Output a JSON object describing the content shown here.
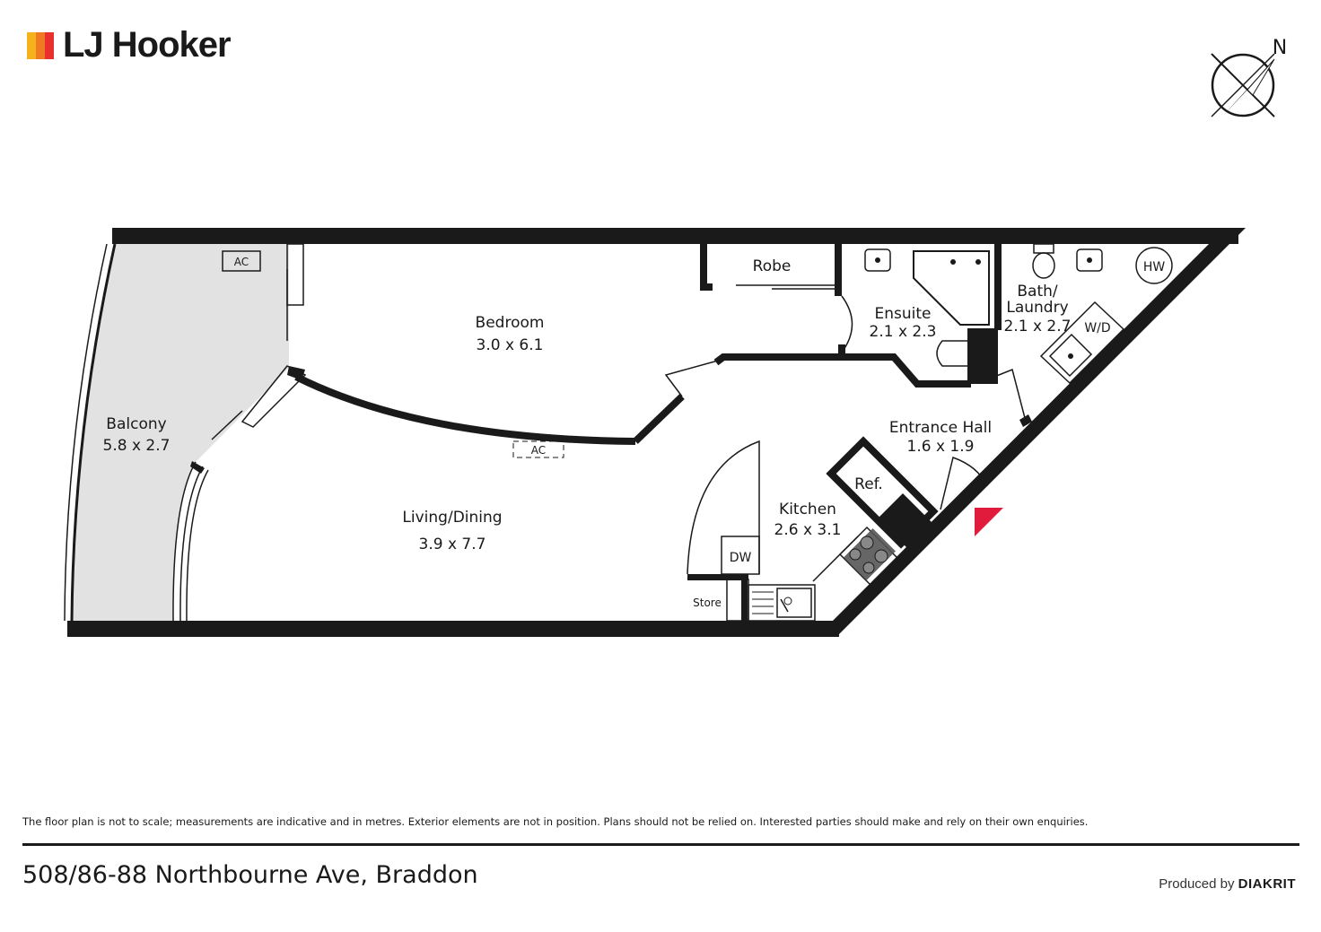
{
  "brand": {
    "name": "LJ Hooker",
    "colors": [
      "#e8312f",
      "#f07a22",
      "#f6b21b"
    ]
  },
  "compass": {
    "north_label": "N"
  },
  "rooms": {
    "balcony": {
      "name": "Balcony",
      "size": "5.8 x 2.7"
    },
    "bedroom": {
      "name": "Bedroom",
      "size": "3.0 x 6.1"
    },
    "living": {
      "name": "Living/Dining",
      "size": "3.9 x 7.7"
    },
    "robe": {
      "name": "Robe"
    },
    "ensuite": {
      "name": "Ensuite",
      "size": "2.1 x 2.3"
    },
    "bath": {
      "name_line1": "Bath/",
      "name_line2": "Laundry",
      "size": "2.1 x 2.7"
    },
    "entrance": {
      "name": "Entrance Hall",
      "size": "1.6 x 1.9"
    },
    "kitchen": {
      "name": "Kitchen",
      "size": "2.6 x 3.1"
    },
    "store": {
      "name": "Store"
    }
  },
  "fixtures": {
    "ac_top": "AC",
    "ac_living": "AC",
    "hw": "HW",
    "wd": "W/D",
    "ref": "Ref.",
    "dw": "DW"
  },
  "footer": {
    "disclaimer": "The floor plan is not to scale; measurements are indicative and in metres. Exterior elements are not in position. Plans should not be relied on. Interested parties should make and rely on their own enquiries.",
    "address": "508/86-88 Northbourne Ave, Braddon",
    "produced_prefix": "Produced by",
    "produced_brand": "DIAKRIT"
  }
}
